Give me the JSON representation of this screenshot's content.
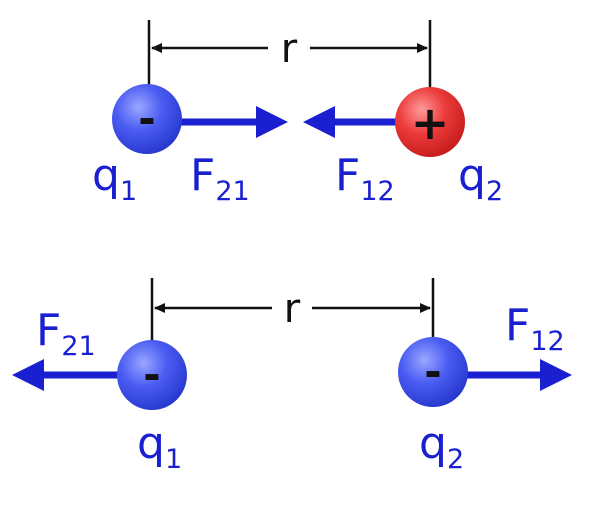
{
  "colors": {
    "negative_charge": "#3b52ee",
    "positive_charge": "#e53232",
    "force_arrow": "#1a1fd0",
    "distance_line": "#111111"
  },
  "top_panel": {
    "distance_label": "r",
    "charge1": {
      "name": "q",
      "subscript": "1",
      "sign": "-"
    },
    "charge2": {
      "name": "q",
      "subscript": "2",
      "sign": "+"
    },
    "force_on_q1": {
      "name": "F",
      "subscript": "21"
    },
    "force_on_q2": {
      "name": "F",
      "subscript": "12"
    }
  },
  "bottom_panel": {
    "distance_label": "r",
    "charge1": {
      "name": "q",
      "subscript": "1",
      "sign": "-"
    },
    "charge2": {
      "name": "q",
      "subscript": "2",
      "sign": "-"
    },
    "force_on_q1": {
      "name": "F",
      "subscript": "21"
    },
    "force_on_q2": {
      "name": "F",
      "subscript": "12"
    }
  }
}
